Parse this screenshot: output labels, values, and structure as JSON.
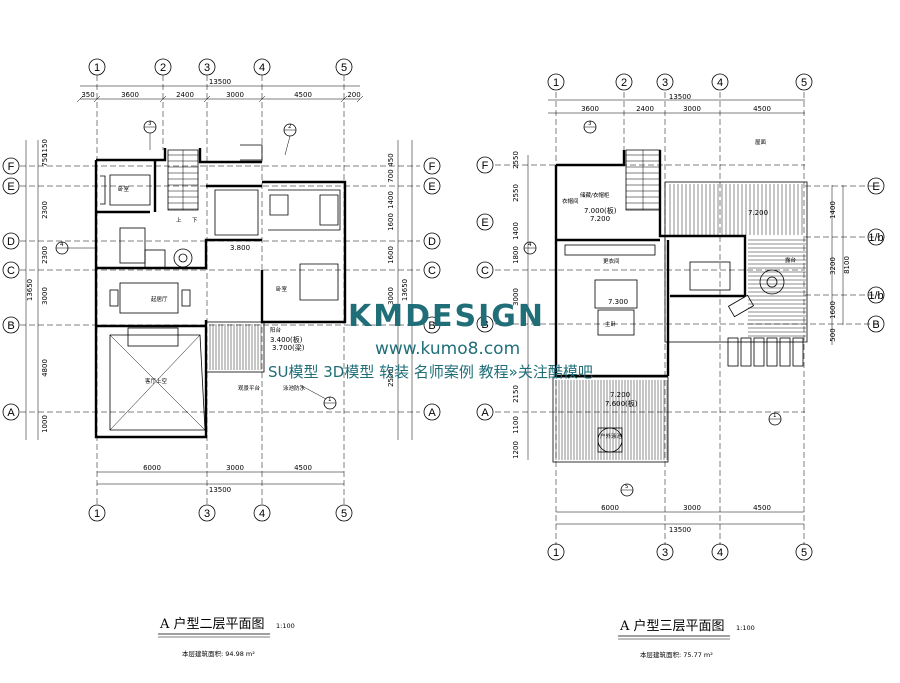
{
  "plans": [
    {
      "id": "second",
      "title": "A 户型二层平面图",
      "scale": "1:100",
      "area_label": "本层建筑面积: 94.98 m²",
      "top_axes": [
        "1",
        "2",
        "3",
        "4",
        "5"
      ],
      "bottom_axes": [
        "1",
        "3",
        "4",
        "5"
      ],
      "row_axes": [
        "F",
        "E",
        "D",
        "C",
        "B",
        "A"
      ],
      "top_dims": [
        "350",
        "3600",
        "2400",
        "3000",
        "4500",
        "200"
      ],
      "top_total": "13500",
      "bottom_dims": [
        "6000",
        "3000",
        "4500"
      ],
      "bottom_total": "13500",
      "left_dims": [
        "1150",
        "750",
        "2300",
        "2300",
        "3000",
        "4800",
        "1000"
      ],
      "left_total": "13650",
      "right_dims": [
        "450",
        "700",
        "1400",
        "1600",
        "1600",
        "3000",
        "2500"
      ],
      "right_total": "13650",
      "room_labels": [
        "卧室",
        "卧室",
        "起居厅",
        "客厅上空",
        "3.800",
        "3.400(板)",
        "3.700(梁)",
        "阳台",
        "上",
        "下",
        "观景平台",
        "泳池防水"
      ],
      "callouts": [
        "3",
        "2",
        "4",
        "1"
      ]
    },
    {
      "id": "third",
      "title": "A 户型三层平面图",
      "scale": "1:100",
      "area_label": "本层建筑面积: 75.77 m²",
      "top_axes": [
        "1",
        "2",
        "3",
        "4",
        "5"
      ],
      "bottom_axes": [
        "1",
        "3",
        "4",
        "5"
      ],
      "row_axes": [
        "F",
        "E",
        "C",
        "B",
        "A"
      ],
      "right_axes": [
        "E",
        "1/b",
        "1/b",
        "B"
      ],
      "top_dims": [
        "3600",
        "2400",
        "3000",
        "4500"
      ],
      "top_total": "13500",
      "bottom_dims": [
        "6000",
        "3000",
        "4500"
      ],
      "bottom_total": "13500",
      "left_dims": [
        "2550",
        "2550",
        "1400",
        "1800",
        "3000",
        "2150",
        "1100",
        "1200"
      ],
      "right_dims": [
        "1400",
        "3200",
        "1600",
        "500"
      ],
      "right_total": "8100",
      "room_labels": [
        "衣帽间",
        "储藏/衣帽柜",
        "主卧",
        "更衣间",
        "7.000(板)",
        "7.200",
        "7.300",
        "7.200",
        "7.200",
        "7.600(板)",
        "屋面",
        "露台",
        "户外泳池"
      ],
      "callouts": [
        "3",
        "4",
        "5",
        "1"
      ]
    }
  ],
  "watermark": {
    "brand": "KMDESIGN",
    "url": "www.kumo8.com",
    "tagline": "SU模型 3D模型 软装 名师案例 教程»关注酷模吧"
  }
}
